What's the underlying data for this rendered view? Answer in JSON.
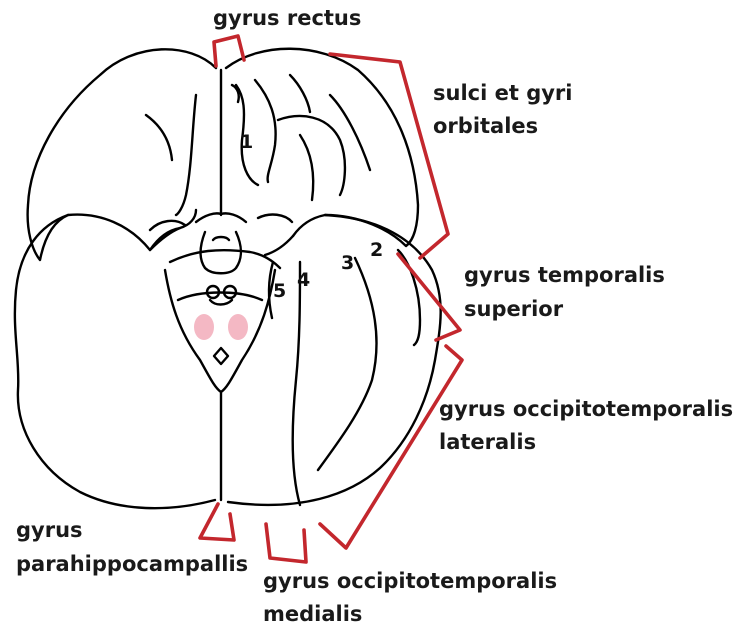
{
  "colors": {
    "outline": "#000000",
    "bracket": "#c3272d",
    "highlight": "#f4b8c4",
    "background": "#ffffff"
  },
  "labels": {
    "gyrus_rectus": "gyrus rectus",
    "sulci_orbitales": [
      "sulci et gyri",
      "orbitales"
    ],
    "temporalis_superior": [
      "gyrus temporalis",
      "superior"
    ],
    "occipitotemporalis_lateralis": [
      "gyrus occipitotemporalis",
      "lateralis"
    ],
    "parahippocampalis": [
      "gyrus",
      "parahippocampallis"
    ],
    "occipitotemporalis_medialis": [
      "gyrus occipitotemporalis",
      "medialis"
    ]
  },
  "numbers": {
    "n1": "1",
    "n2": "2",
    "n3": "3",
    "n4": "4",
    "n5": "5"
  }
}
